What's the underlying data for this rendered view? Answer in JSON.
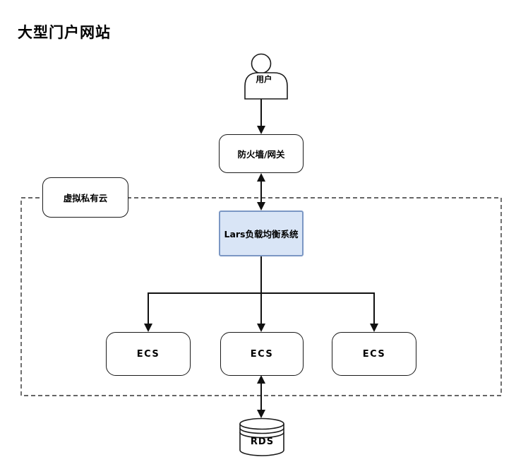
{
  "title": "大型门户网站",
  "diagram": {
    "user": {
      "label": "用户"
    },
    "firewall": {
      "label": "防火墙/网关"
    },
    "vpc": {
      "label": "虚拟私有云"
    },
    "load_balancer": {
      "label": "Lars负载均衡系统",
      "fill": "#d9e5f6",
      "border": "#7b97c4"
    },
    "ecs_nodes": [
      {
        "label": "ECS"
      },
      {
        "label": "ECS"
      },
      {
        "label": "ECS"
      }
    ],
    "rds": {
      "label": "RDS"
    },
    "colors": {
      "stroke": "#1a1a1a",
      "background": "#ffffff"
    }
  }
}
